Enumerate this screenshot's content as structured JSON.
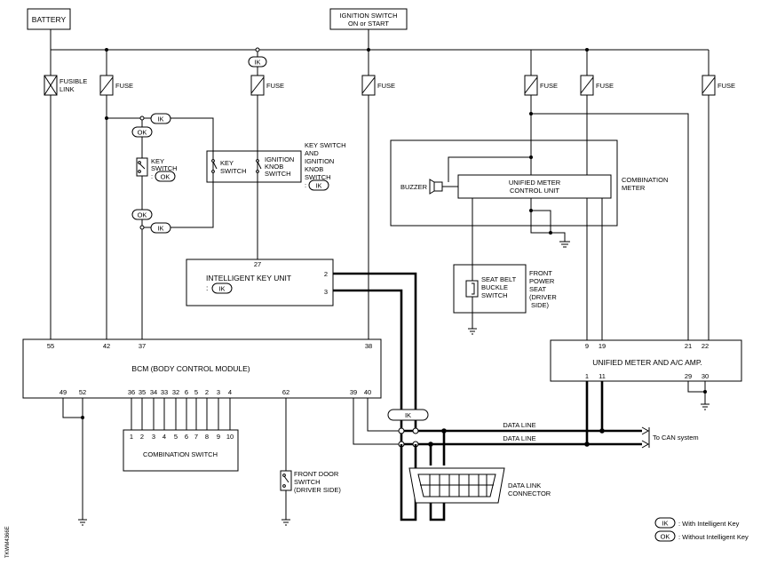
{
  "labels": {
    "battery": "BATTERY",
    "ign1": "IGNITION SWITCH",
    "ign2": "ON or START",
    "fusible1": "FUSIBLE",
    "fusible2": "LINK",
    "fuse": "FUSE",
    "ik": "IK",
    "ok": "OK",
    "key_switch1": "KEY",
    "key_switch2": "SWITCH",
    "key_switch3": ":",
    "ksw_inner1": "KEY",
    "ksw_inner2": "SWITCH",
    "knob_inner1": "IGNITION",
    "knob_inner2": "KNOB",
    "knob_inner3": "SWITCH",
    "ksk1": "KEY SWITCH",
    "ksk2": "AND",
    "ksk3": "IGNITION",
    "ksk4": "KNOB",
    "ksk5": "SWITCH",
    "ksk6": ":",
    "combo_meter1": "COMBINATION",
    "combo_meter2": "METER",
    "buzzer": "BUZZER",
    "umcu1": "UNIFIED METER",
    "umcu2": "CONTROL UNIT",
    "iku1": "INTELLIGENT KEY UNIT",
    "iku2": ":",
    "sb1": "SEAT BELT",
    "sb2": "BUCKLE",
    "sb3": "SWITCH",
    "fps1": "FRONT",
    "fps2": "POWER",
    "fps3": "SEAT",
    "fps4": "(DRIVER",
    "fps5": "SIDE)",
    "bcm": "BCM (BODY CONTROL MODULE)",
    "umac": "UNIFIED METER AND A/C AMP.",
    "combo_switch": "COMBINATION SWITCH",
    "fds1": "FRONT DOOR",
    "fds2": "SWITCH",
    "fds3": "(DRIVER SIDE)",
    "data_line": "DATA LINE",
    "to_can": "To CAN system",
    "dlc1": "DATA LINK",
    "dlc2": "CONNECTOR",
    "legend_ik": ": With Intelligent Key",
    "legend_ok": ": Without Intelligent Key",
    "side_code": "TKWM4366E"
  },
  "pins": {
    "bcm_top": [
      "55",
      "42",
      "37",
      "38"
    ],
    "bcm_bottom": [
      "49",
      "52",
      "36",
      "35",
      "34",
      "33",
      "32",
      "6",
      "5",
      "2",
      "3",
      "4",
      "62",
      "39",
      "40"
    ],
    "combo_switch": [
      "1",
      "2",
      "3",
      "4",
      "5",
      "6",
      "7",
      "8",
      "9",
      "10"
    ],
    "iku": [
      "27",
      "2",
      "3"
    ],
    "umac_top": [
      "9",
      "19",
      "21",
      "22"
    ],
    "umac_bottom": [
      "1",
      "11",
      "29",
      "30"
    ]
  }
}
